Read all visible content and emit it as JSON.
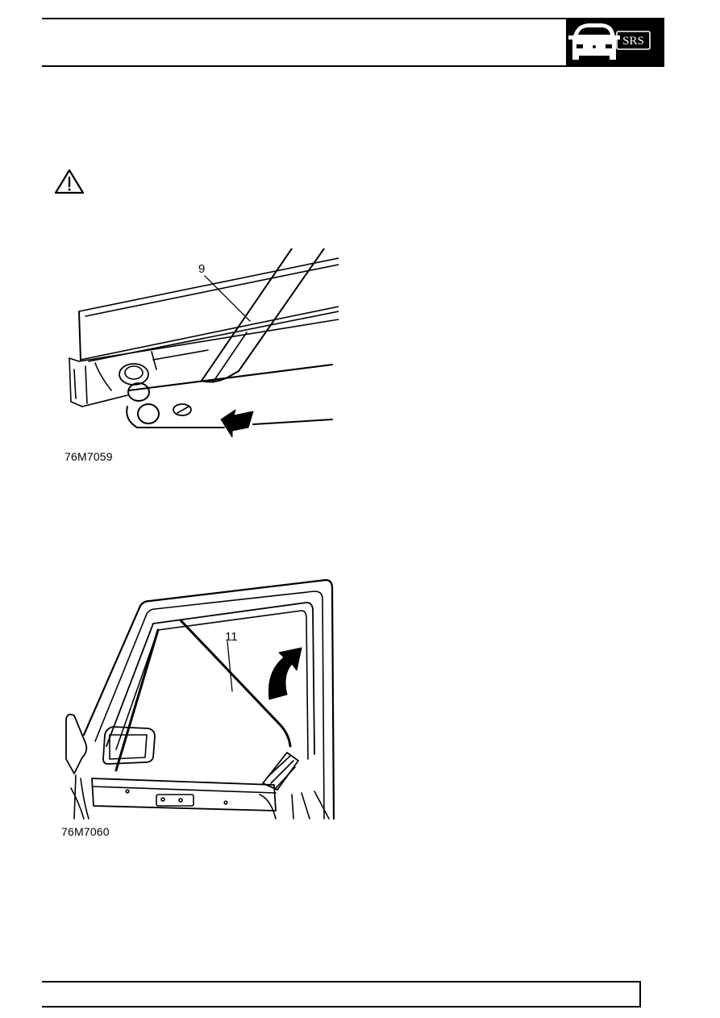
{
  "header": {
    "badge_label": "SRS",
    "badge_accent": "#000000"
  },
  "warning": {
    "icon": "warning-triangle-icon"
  },
  "figures": [
    {
      "code": "76M7059",
      "callout": "9",
      "arrow_direction": "pull-out"
    },
    {
      "code": "76M7060",
      "callout": "11",
      "arrow_direction": "lift-up"
    }
  ]
}
